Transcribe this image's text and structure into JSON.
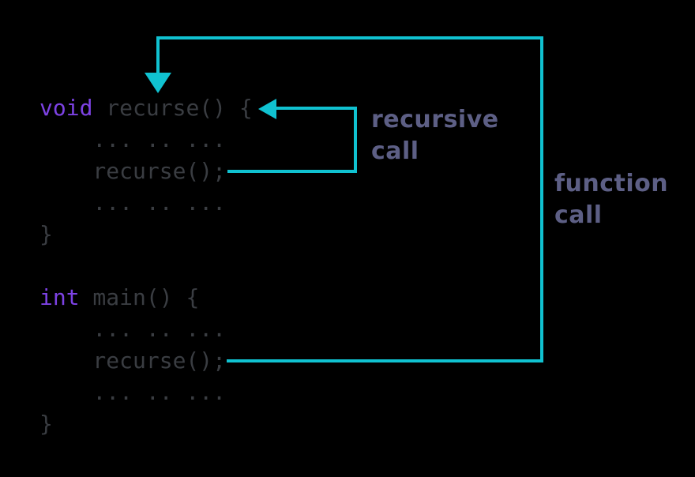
{
  "colors": {
    "background": "#000000",
    "arrow_cyan": "#10c2d1",
    "keyword_purple": "#7d42e4",
    "code_gray": "#3a3d42",
    "label_slate": "#5d5f85"
  },
  "code": {
    "lines": [
      {
        "segments": [
          {
            "text": "void",
            "type": "keyword"
          },
          {
            "text": " recurse() {",
            "type": "plain"
          }
        ]
      },
      {
        "segments": [
          {
            "text": "    ... .. ...",
            "type": "plain"
          }
        ]
      },
      {
        "segments": [
          {
            "text": "    recurse();",
            "type": "plain"
          }
        ]
      },
      {
        "segments": [
          {
            "text": "    ... .. ...",
            "type": "plain"
          }
        ]
      },
      {
        "segments": [
          {
            "text": "}",
            "type": "plain"
          }
        ]
      },
      {
        "segments": [
          {
            "text": "",
            "type": "plain"
          }
        ]
      },
      {
        "segments": [
          {
            "text": "int",
            "type": "keyword"
          },
          {
            "text": " main() {",
            "type": "plain"
          }
        ]
      },
      {
        "segments": [
          {
            "text": "    ... .. ...",
            "type": "plain"
          }
        ]
      },
      {
        "segments": [
          {
            "text": "    recurse();",
            "type": "plain"
          }
        ]
      },
      {
        "segments": [
          {
            "text": "    ... .. ...",
            "type": "plain"
          }
        ]
      },
      {
        "segments": [
          {
            "text": "}",
            "type": "plain"
          }
        ]
      }
    ]
  },
  "annotations": {
    "recursive_call": "recursive\ncall",
    "function_call": "function\ncall"
  }
}
